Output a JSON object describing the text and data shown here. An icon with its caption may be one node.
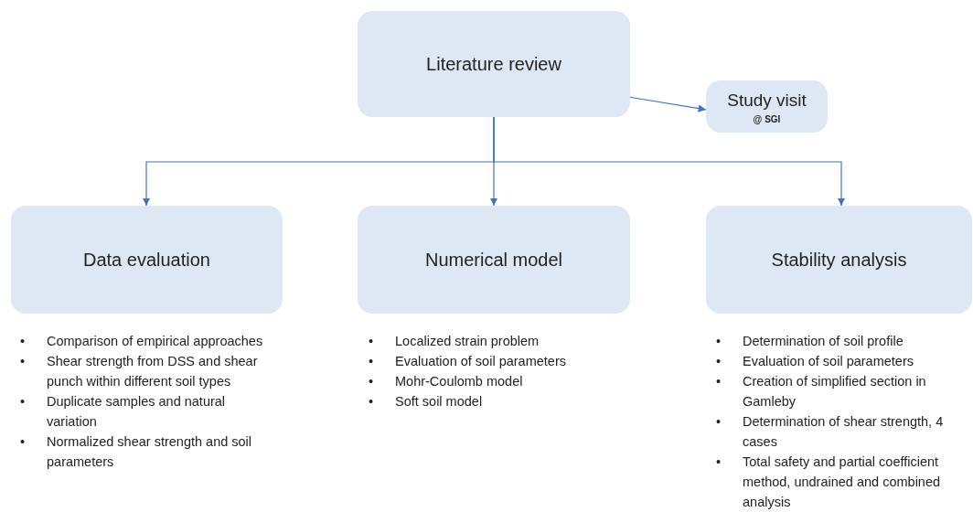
{
  "diagram": {
    "nodes": [
      {
        "text": [
          "Literature review"
        ]
      },
      {
        "text": [
          "Study visit",
          "@ SGI"
        ]
      },
      {
        "text": [
          "Data evaluation"
        ],
        "beside": [
          "• Comparison of empirical approaches",
          "• Shear strength from DSS and shear punch within different soil types",
          "• Duplicate samples and natural variation",
          "• Normalized shear strength and soil parameters"
        ]
      },
      {
        "text": [
          "Numerical model"
        ],
        "beside": [
          "• Localized strain problem",
          "• Evaluation of soil parameters",
          "• Mohr-Coulomb model",
          "• Soft soil model"
        ]
      },
      {
        "text": [
          "Stability analysis"
        ],
        "beside": [
          "• Determination of soil profile",
          "• Evaluation of soil parameters",
          "• Creation of simplified section in Gamleby",
          "• Determination of shear strength, 4 cases",
          "• Total safety and partial coefficient method, undrained and combined analysis"
        ]
      }
    ],
    "edges": [
      {
        "from": 0,
        "to": 1,
        "arrow": "to"
      },
      {
        "from": 0,
        "to": 2,
        "arrow": "to"
      },
      {
        "from": 0,
        "to": 3,
        "arrow": "to"
      },
      {
        "from": 0,
        "to": 4,
        "arrow": "to"
      }
    ]
  }
}
